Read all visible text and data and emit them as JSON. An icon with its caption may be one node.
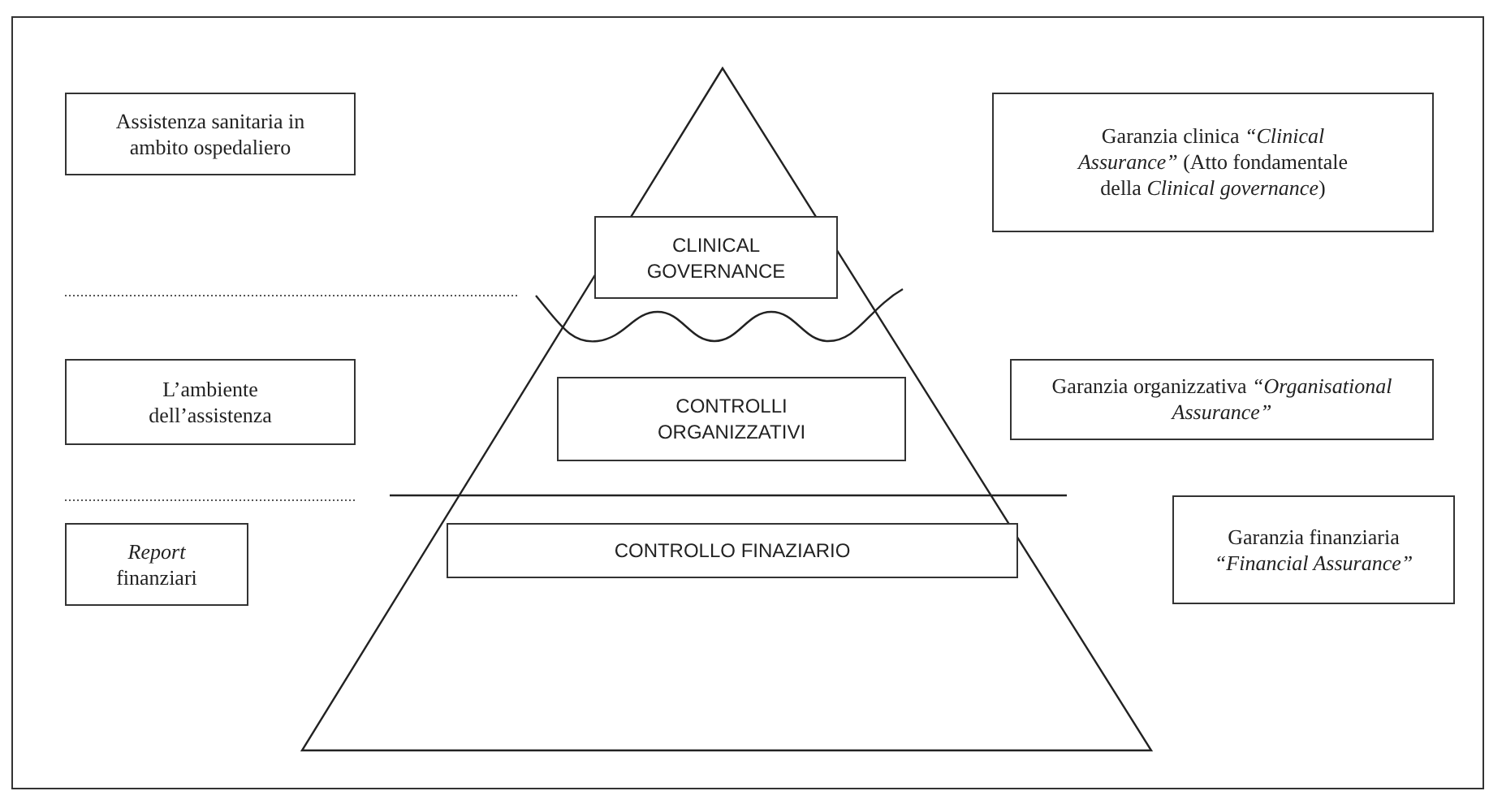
{
  "diagram": {
    "nodes": [
      {
        "text": [
          "Assistenza sanitaria in ambito ospedaliero"
        ]
      },
      {
        "text": [
          "Garanzia clinica *“Clinical Assurance”* (Atto fondamentale della *Clinical governance*)"
        ]
      },
      {
        "text": [
          "CLINICAL GOVERNANCE"
        ]
      },
      {
        "text": [
          "L’ambiente dell’assistenza"
        ]
      },
      {
        "text": [
          "CONTROLLI ORGANIZZATIVI"
        ]
      },
      {
        "text": [
          "Garanzia organizzativa *“Organisational Assurance”*"
        ]
      },
      {
        "text": [
          "*Report* finanziari"
        ]
      },
      {
        "text": [
          "CONTROLLO FINAZIARIO"
        ]
      },
      {
        "text": [
          "Garanzia finanziaria *“Financial Assurance”*"
        ]
      }
    ]
  }
}
